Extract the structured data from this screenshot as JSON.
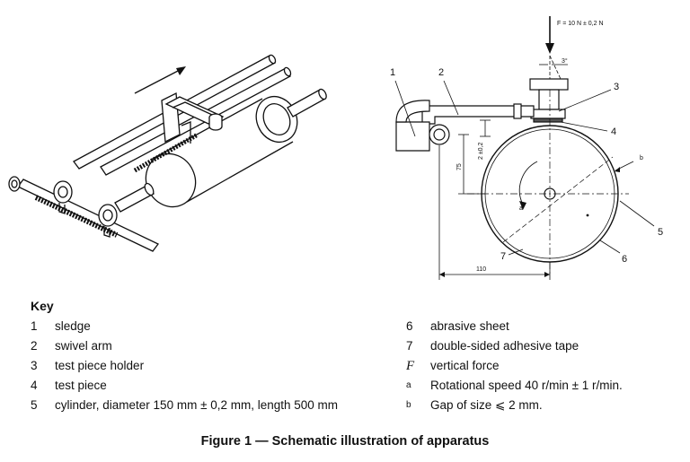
{
  "figure": {
    "force_label": "F = 10 N ± 0,2 N",
    "angle_label": "3°",
    "dim_75": "75",
    "dim_gap": "2 ±0,2",
    "dim_110": "110",
    "callouts": [
      "1",
      "2",
      "3",
      "4",
      "5",
      "6",
      "7"
    ],
    "note_a": "a",
    "note_b": "b"
  },
  "key": {
    "title": "Key",
    "left": [
      {
        "num": "1",
        "text": "sledge"
      },
      {
        "num": "2",
        "text": "swivel arm"
      },
      {
        "num": "3",
        "text": "test piece holder"
      },
      {
        "num": "4",
        "text": "test piece"
      },
      {
        "num": "5",
        "text": "cylinder, diameter 150 mm ± 0,2 mm, length 500 mm"
      }
    ],
    "right": [
      {
        "num": "6",
        "text": "abrasive sheet"
      },
      {
        "num": "7",
        "text": "double-sided adhesive tape"
      },
      {
        "num": "F",
        "text": "vertical force"
      },
      {
        "num": "a",
        "text": "Rotational speed 40 r/min ± 1 r/min."
      },
      {
        "num": "b",
        "text": "Gap of size ⩽ 2 mm."
      }
    ]
  },
  "caption": "Figure 1 — Schematic illustration of apparatus"
}
